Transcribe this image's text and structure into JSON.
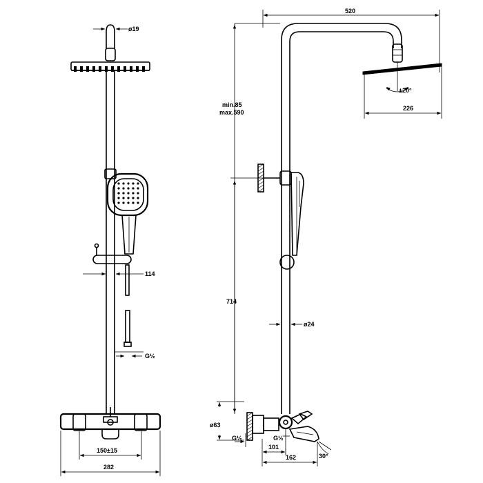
{
  "labels": {
    "pipe_diameter": "ø19",
    "total_width": "520",
    "height_range_min": "min.85",
    "height_range_max": "max.590",
    "tilt_angle": "±20°",
    "head_width": "226",
    "holder_offset": "114",
    "hose_thread": "G½",
    "column_height": "714",
    "rail_diameter": "ø24",
    "inlet_diameter": "ø63",
    "inlet_thread": "G½",
    "outlet_thread": "G½",
    "projection_101": "101",
    "projection_162": "162",
    "spout_angle": "30°",
    "center_distance": "150±15",
    "mixer_width": "282"
  },
  "colors": {
    "line": "#000000",
    "background": "#ffffff"
  }
}
